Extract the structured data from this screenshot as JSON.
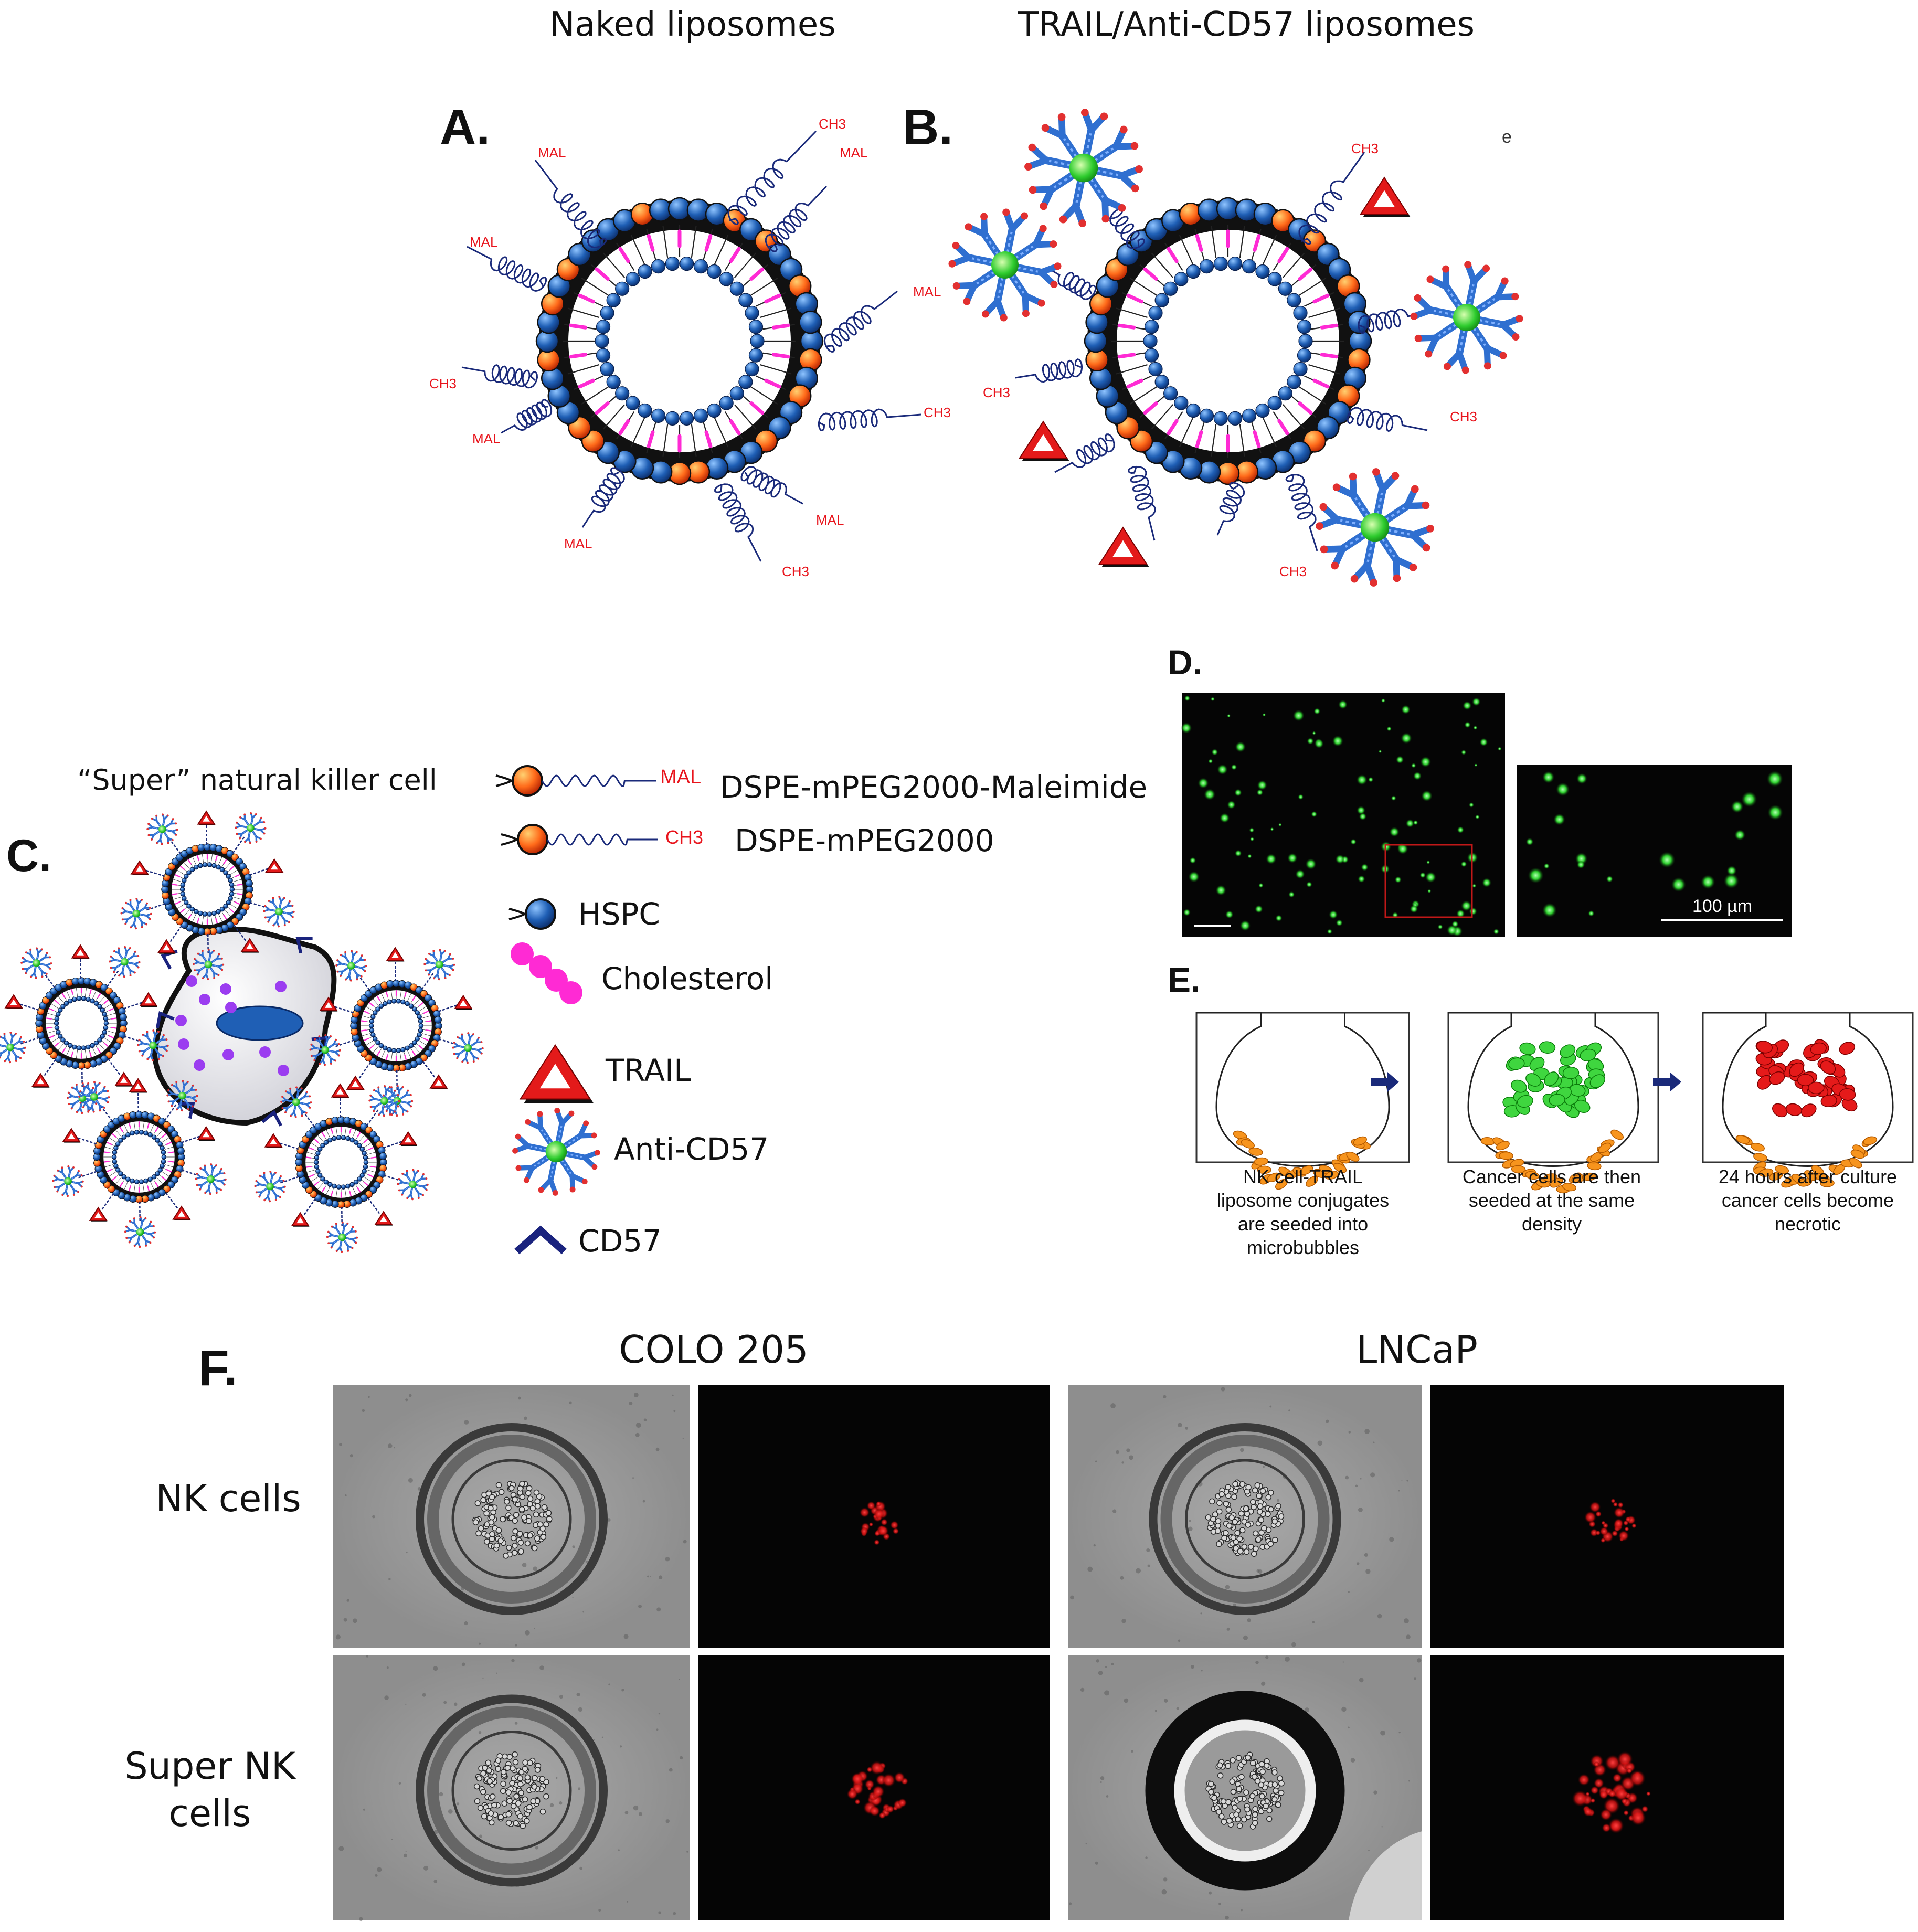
{
  "panel_labels": {
    "a": "A.",
    "b": "B.",
    "c": "C.",
    "d": "D.",
    "e": "E.",
    "f": "F."
  },
  "titles": {
    "naked": "Naked liposomes",
    "trail": "TRAIL/Anti-CD57 liposomes",
    "super_nk": "“Super” natural killer cell"
  },
  "chain_labels": {
    "mal": "MAL",
    "ch3": "CH3"
  },
  "legend": {
    "mal_tag": "MAL",
    "ch3_tag": "CH3",
    "dspe_mal": "DSPE-mPEG2000-Maleimide",
    "dspe": "DSPE-mPEG2000",
    "hspc": "HSPC",
    "cholesterol": "Cholesterol",
    "trail": "TRAIL",
    "anti_cd57": "Anti-CD57",
    "cd57": "CD57"
  },
  "scale_bar": "100 µm",
  "stray_mark": "e",
  "steps": [
    {
      "line1": "NK cell-TRAIL",
      "line2": "liposome conjugates",
      "line3": "are seeded into",
      "line4": "microbubbles"
    },
    {
      "line1": "Cancer cells are then",
      "line2": "seeded at the same",
      "line3": "density",
      "line4": ""
    },
    {
      "line1": "24 hours after culture",
      "line2": "cancer cells become",
      "line3": "necrotic",
      "line4": ""
    }
  ],
  "micro": {
    "col_colo": "COLO 205",
    "col_lncap": "LNCaP",
    "row_nk": "NK cells",
    "row_super_1": "Super NK",
    "row_super_2": "cells"
  },
  "colors": {
    "lipid_blue": "#1f5fb5",
    "lipid_orange": "#ff6a1a",
    "cholesterol": "#ff2ad4",
    "label_red": "#e8141c",
    "chain_navy": "#1a2a7a",
    "trail_red": "#e31a1a",
    "antibody_blue": "#3a7ad8",
    "antibody_core": "#2ecc2e",
    "green_fluor": "#33dd33",
    "red_fluor": "#ff2020"
  }
}
